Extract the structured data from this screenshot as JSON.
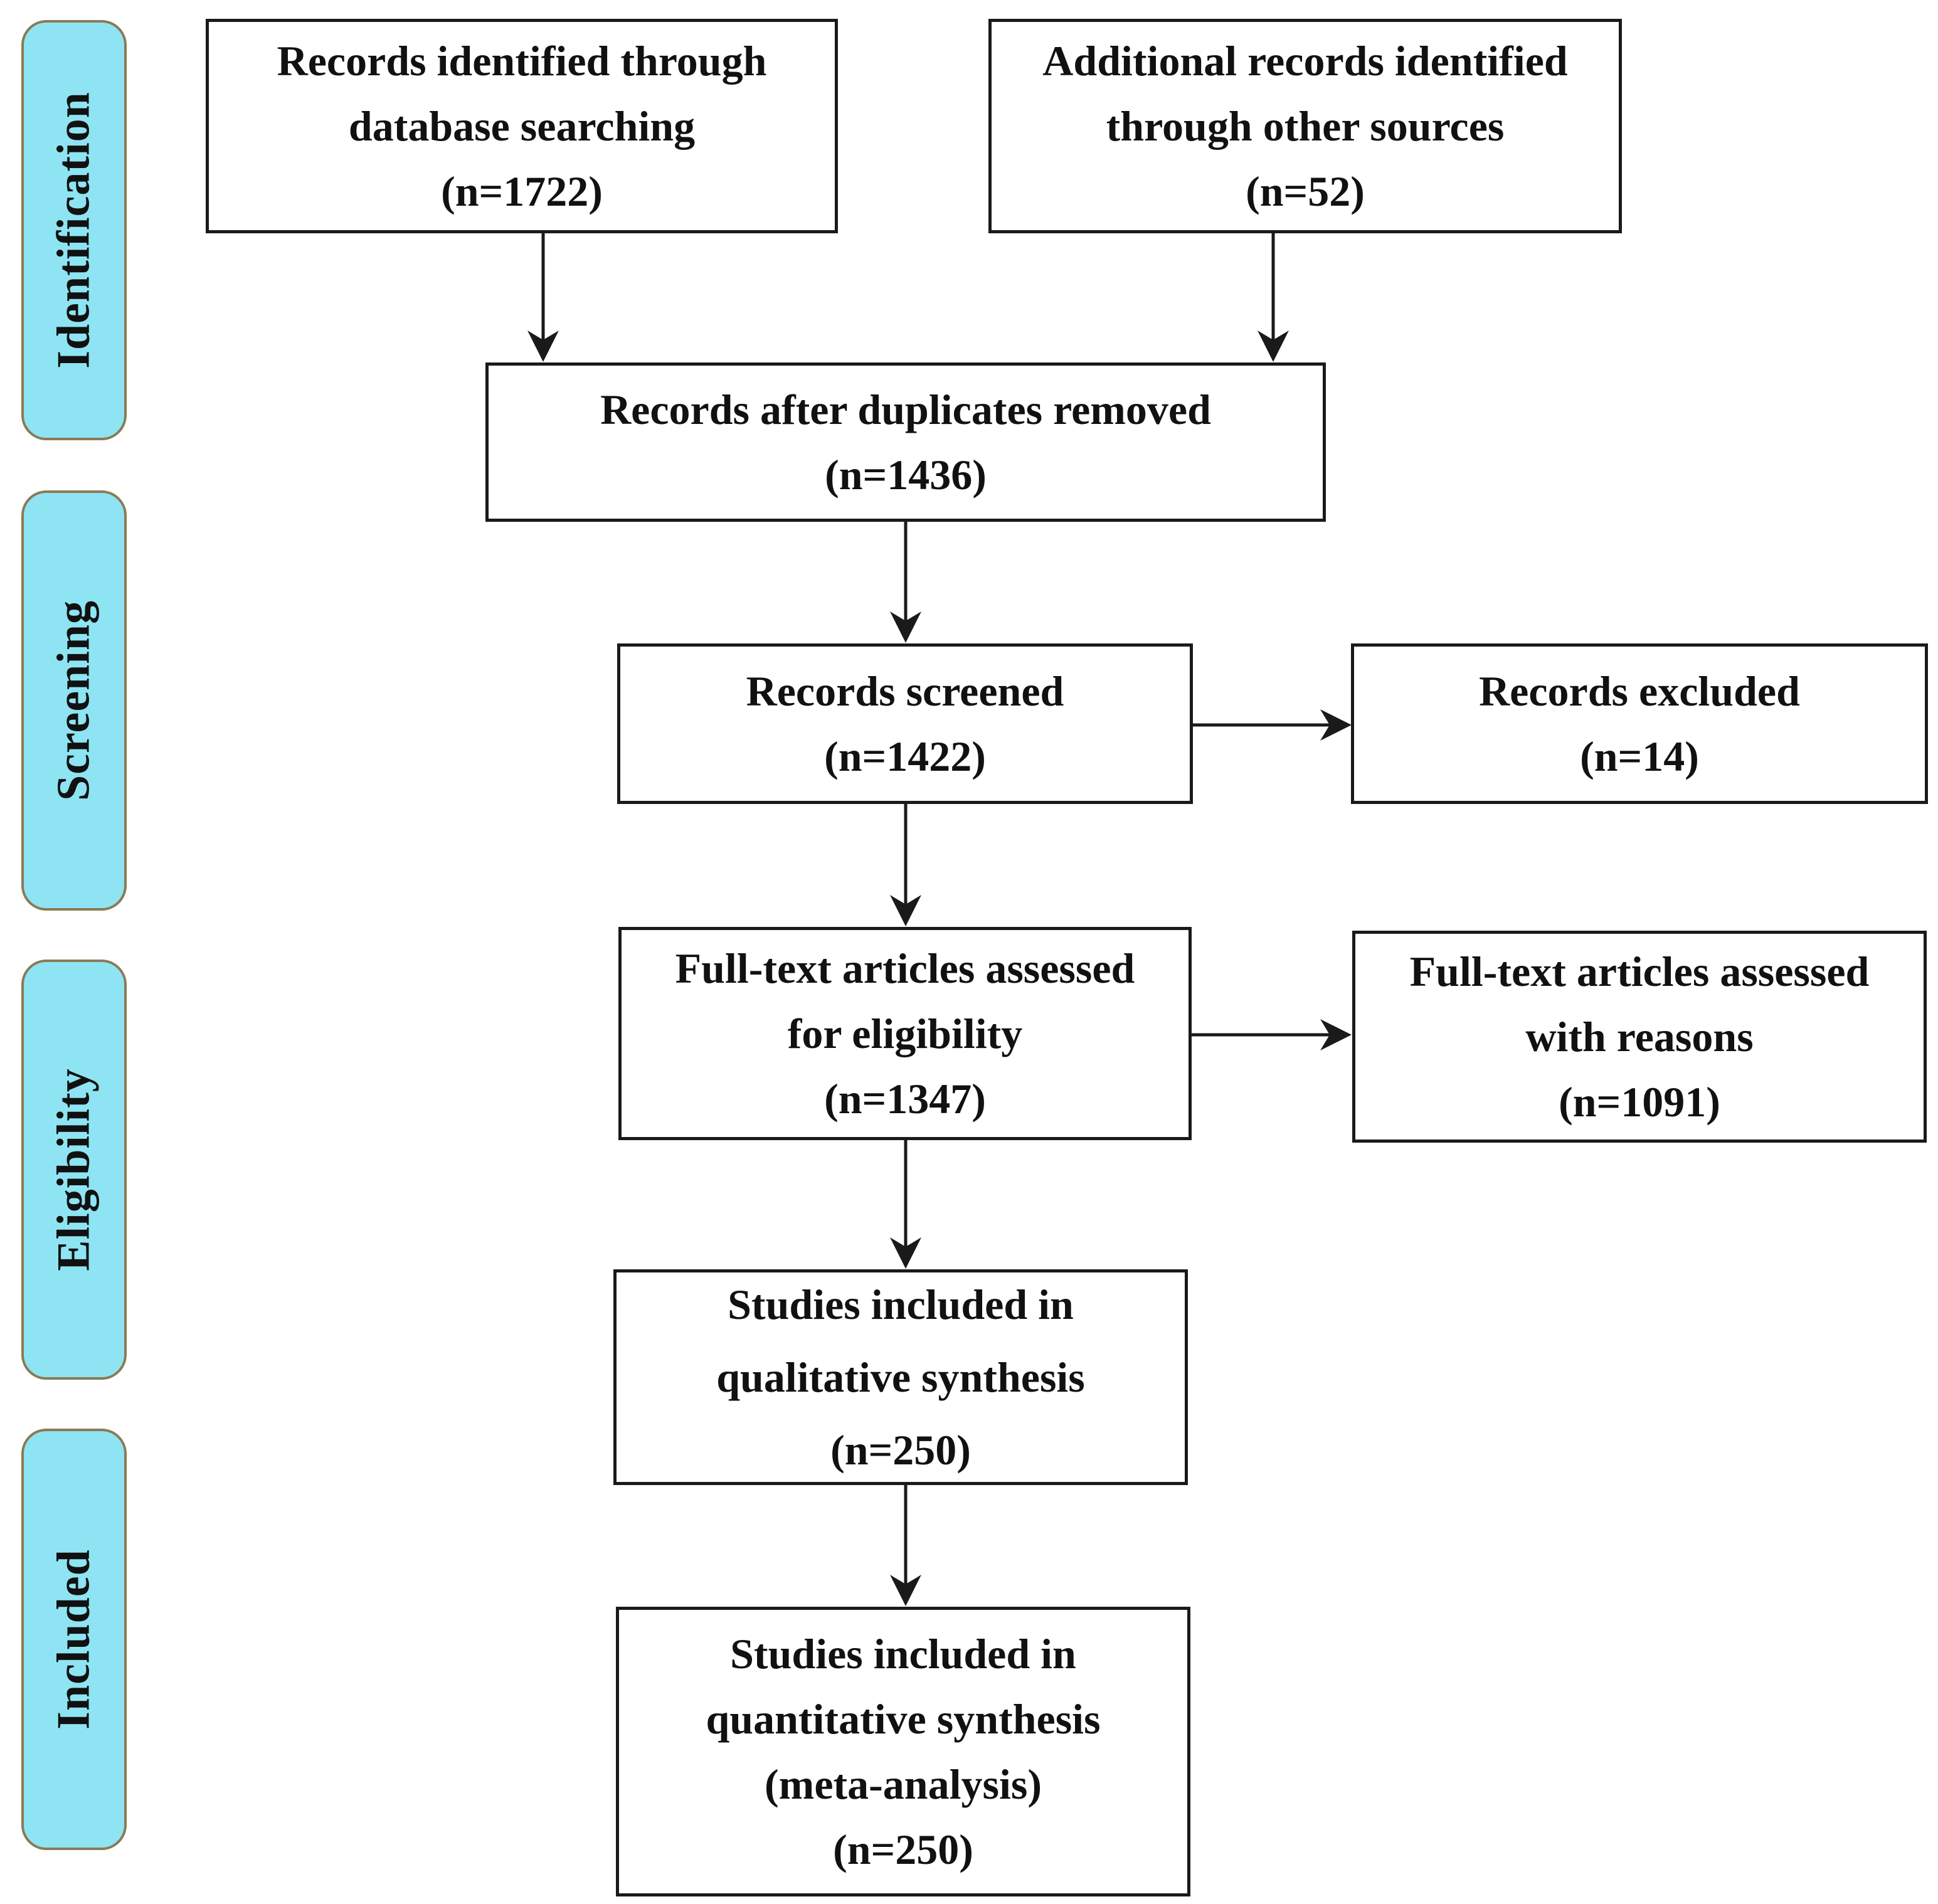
{
  "phases": {
    "identification": "Identification",
    "screening": "Screening",
    "eligibility": "Eligibility",
    "included": "Included"
  },
  "boxes": {
    "database_search": {
      "lines": [
        "Records identified through",
        "database searching",
        "(n=1722)"
      ],
      "n": 1722
    },
    "other_sources": {
      "lines": [
        "Additional records identified",
        "through other sources",
        "(n=52)"
      ],
      "n": 52
    },
    "duplicates_removed": {
      "lines": [
        "Records after duplicates removed",
        "(n=1436)"
      ],
      "n": 1436
    },
    "screened": {
      "lines": [
        "Records screened",
        "(n=1422)"
      ],
      "n": 1422
    },
    "excluded": {
      "lines": [
        "Records excluded",
        "(n=14)"
      ],
      "n": 14
    },
    "fulltext_assessed": {
      "lines": [
        "Full-text articles assessed",
        "for eligibility",
        "(n=1347)"
      ],
      "n": 1347
    },
    "fulltext_reasons": {
      "lines": [
        "Full-text articles assessed",
        "with reasons",
        "(n=1091)"
      ],
      "n": 1091
    },
    "qualitative": {
      "lines": [
        "Studies included in",
        "qualitative synthesis",
        "(n=250)"
      ],
      "n": 250
    },
    "quantitative": {
      "lines": [
        "Studies included in",
        "quantitative synthesis",
        "(meta-analysis)",
        "(n=250)"
      ],
      "n": 250
    }
  },
  "colors": {
    "phase_fill": "#8ee4f2",
    "phase_border": "#8a7a55",
    "box_border": "#1a1a1a",
    "arrow": "#1a1a1a"
  }
}
